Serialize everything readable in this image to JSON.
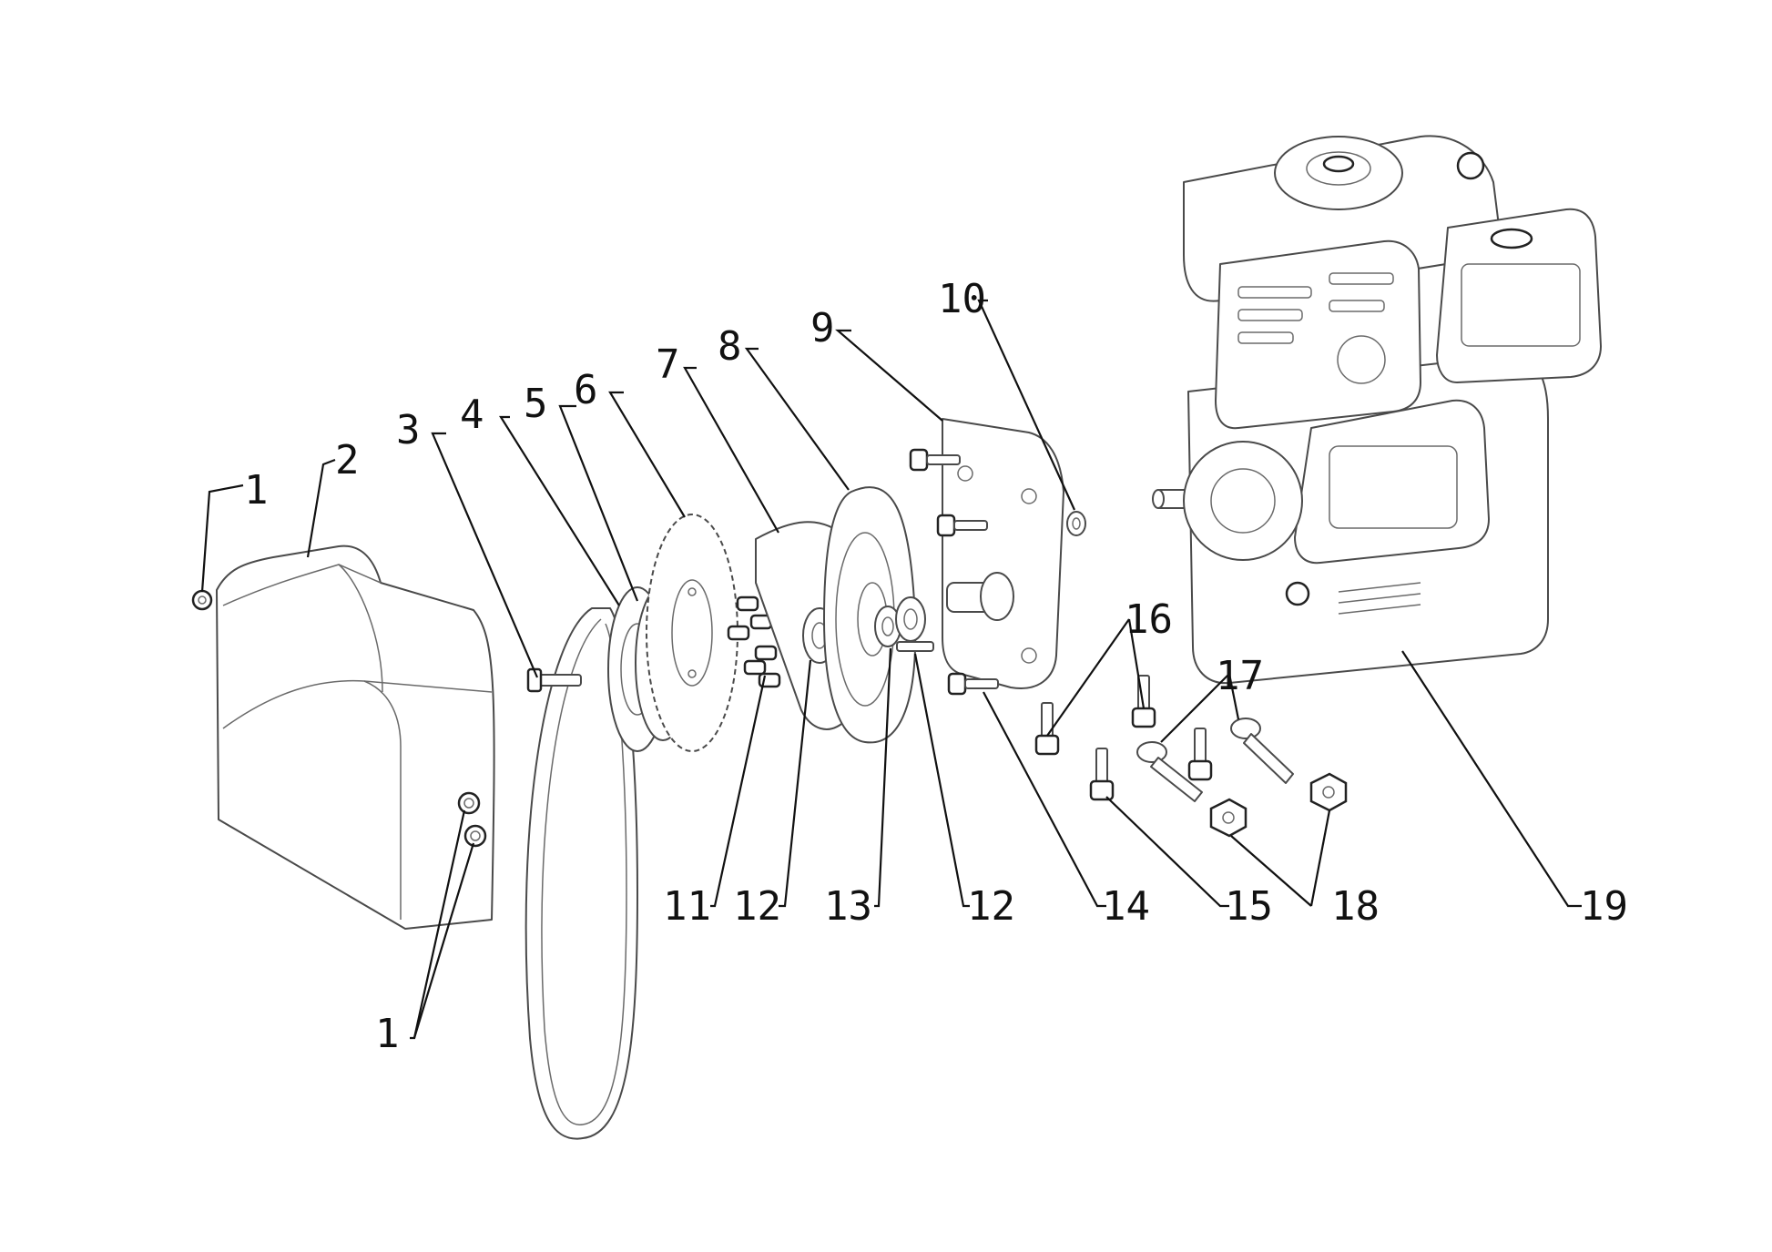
{
  "diagram": {
    "callouts": [
      {
        "id": "c1a",
        "label": "1"
      },
      {
        "id": "c1b",
        "label": "1"
      },
      {
        "id": "c2",
        "label": "2"
      },
      {
        "id": "c3",
        "label": "3"
      },
      {
        "id": "c4",
        "label": "4"
      },
      {
        "id": "c5",
        "label": "5"
      },
      {
        "id": "c6",
        "label": "6"
      },
      {
        "id": "c7",
        "label": "7"
      },
      {
        "id": "c8",
        "label": "8"
      },
      {
        "id": "c9",
        "label": "9"
      },
      {
        "id": "c10",
        "label": "10"
      },
      {
        "id": "c11",
        "label": "11"
      },
      {
        "id": "c12a",
        "label": "12"
      },
      {
        "id": "c13",
        "label": "13"
      },
      {
        "id": "c12b",
        "label": "12"
      },
      {
        "id": "c14",
        "label": "14"
      },
      {
        "id": "c15",
        "label": "15"
      },
      {
        "id": "c16",
        "label": "16"
      },
      {
        "id": "c17",
        "label": "17"
      },
      {
        "id": "c18",
        "label": "18"
      },
      {
        "id": "c19",
        "label": "19"
      }
    ]
  }
}
